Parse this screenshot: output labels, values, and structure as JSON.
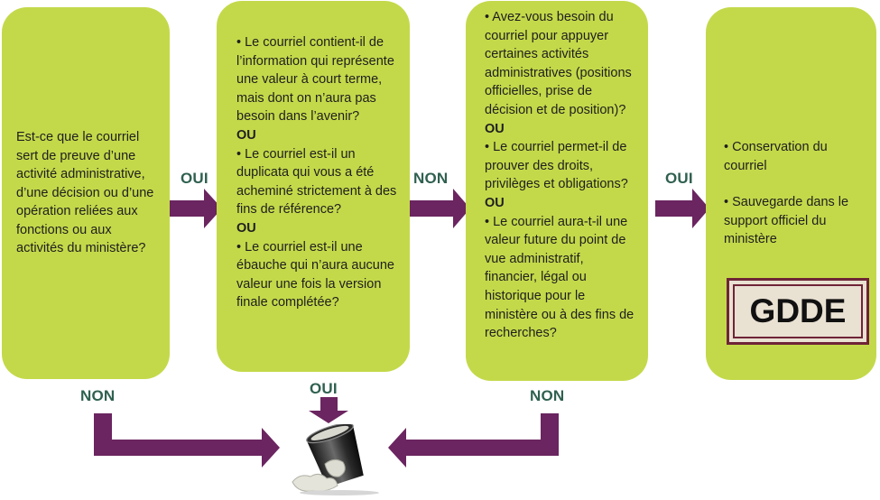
{
  "boxes": {
    "q1": {
      "text": "Est-ce que le courriel sert de preuve d’une activité administrative, d’une décision ou d’une opération reliées aux fonctions ou aux activités du ministère?"
    },
    "q2": {
      "b1": "• Le courriel contient-il de l’information qui représente une valeur à court terme, mais dont on n’aura pas besoin dans l’avenir?",
      "ou1": "OU",
      "b2": "• Le courriel est-il un duplicata qui vous a été acheminé strictement à des fins de référence?",
      "ou2": "OU",
      "b3": "• Le courriel est-il une ébauche qui n’aura aucune valeur une fois la version finale complétée?"
    },
    "q3": {
      "b1": "• Avez-vous besoin du courriel pour appuyer certaines activités administratives (positions officielles, prise de décision et de position)?",
      "ou1": "OU",
      "b2": "• Le courriel permet-il de prouver des droits, privilèges et obligations?",
      "ou2": "OU",
      "b3": "• Le courriel aura-t-il une valeur future du point de vue administratif, financier, légal ou historique pour le ministère ou à des fins de recherches?"
    },
    "result": {
      "b1": "• Conservation du courriel",
      "b2": "• Sauvegarde dans le support officiel du ministère",
      "badge": "GDDE"
    }
  },
  "labels": {
    "q1_yes": "OUI",
    "q2_no": "NON",
    "q3_yes": "OUI",
    "q1_no": "NON",
    "q2_yes": "OUI",
    "q3_no": "NON"
  },
  "colors": {
    "box_fill": "#c4d94a",
    "arrow": "#6b2560",
    "label_text": "#2f6050",
    "badge_border": "#6f2437"
  },
  "icons": {
    "trash": "trash-can-icon"
  }
}
